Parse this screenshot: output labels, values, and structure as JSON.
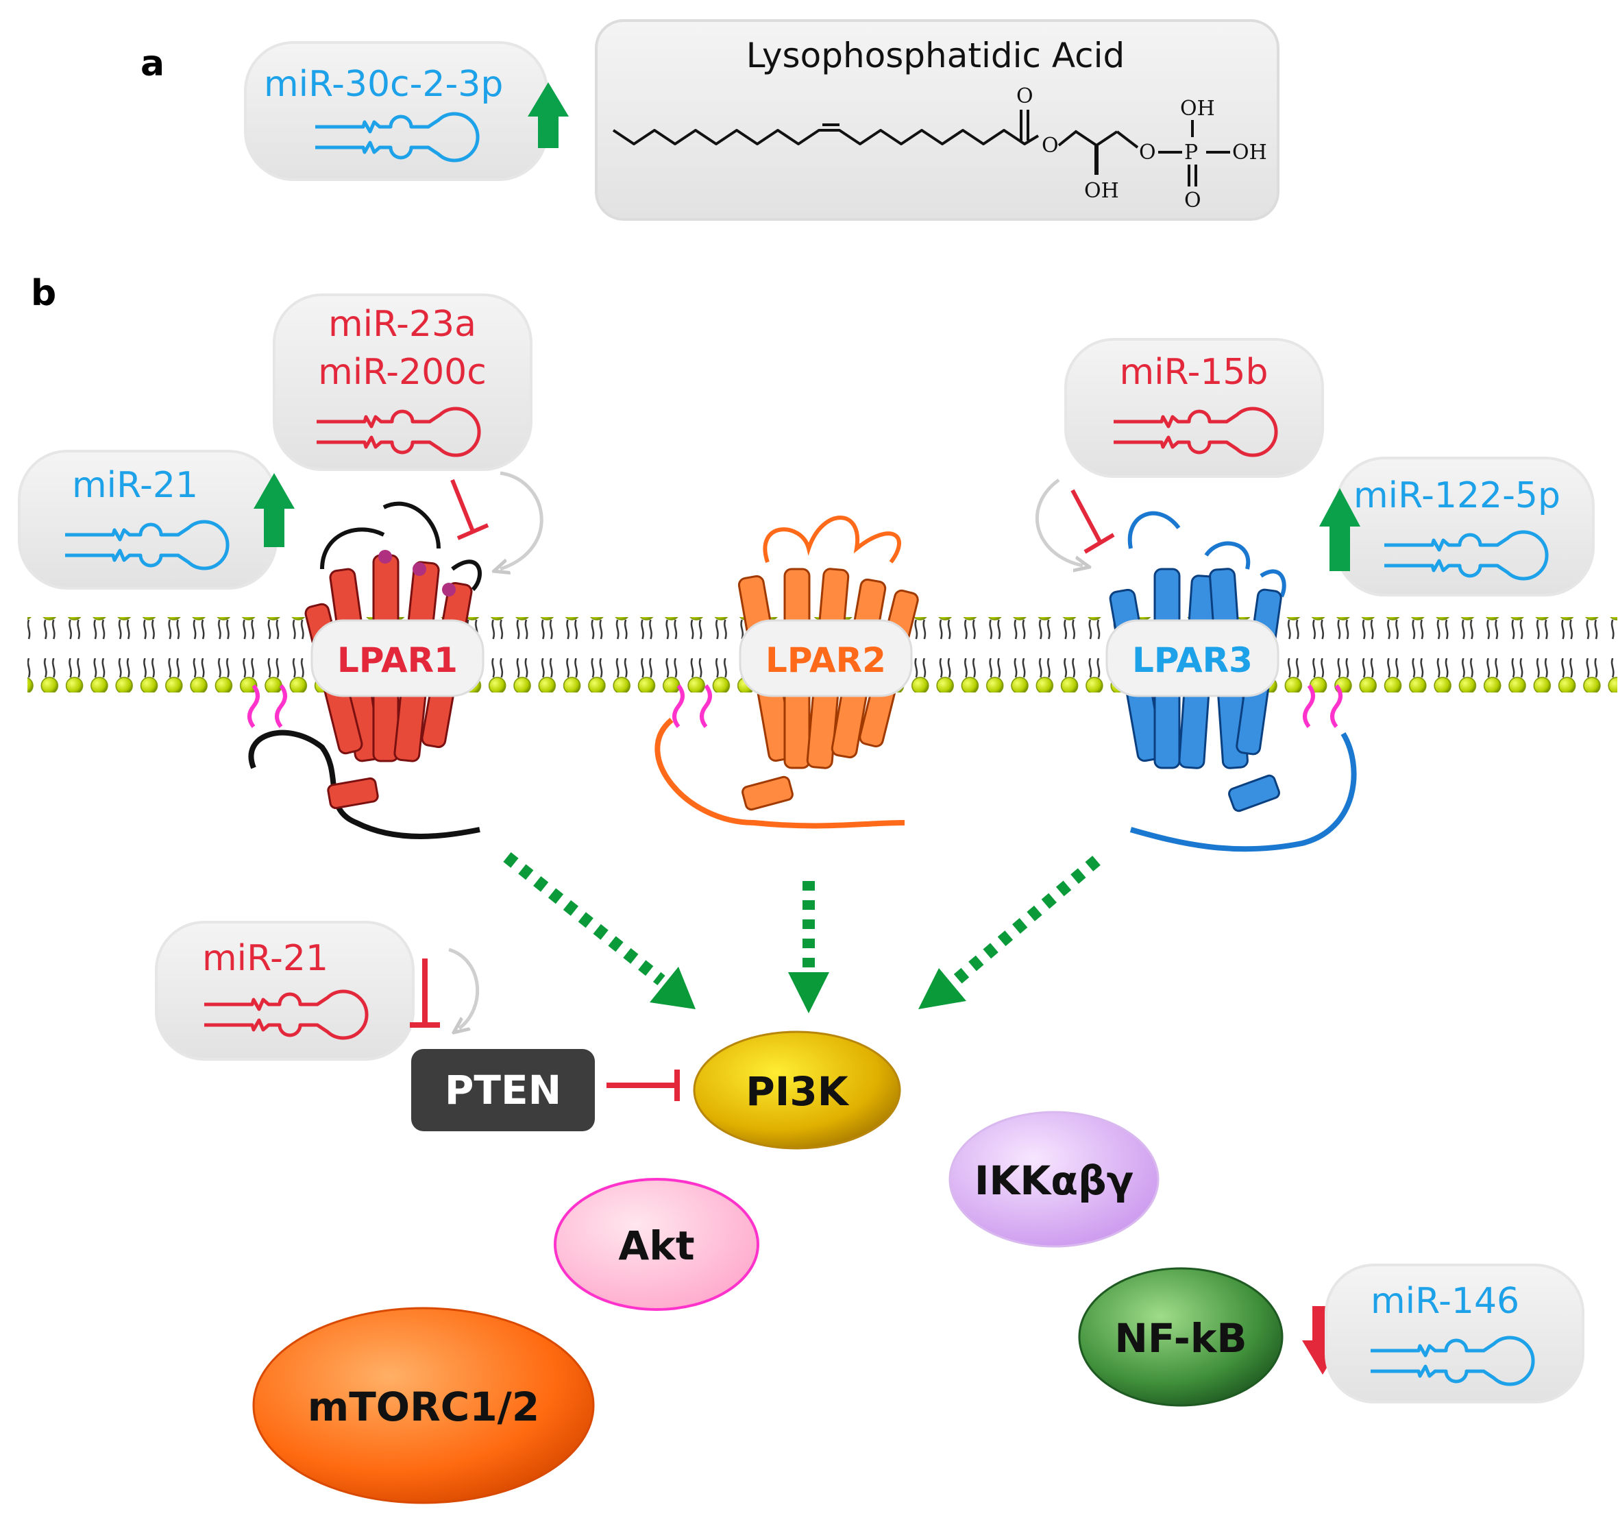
{
  "panels": {
    "a": "a",
    "b": "b"
  },
  "colors": {
    "blue": "#1da1e8",
    "red": "#e3283c",
    "orange": "#ff6a1a",
    "green": "#0aa14a",
    "pink_loop": "#ff33cc"
  },
  "panel_a": {
    "mirna": "miR-30c-2-3p",
    "molecule_title": "Lysophosphatidic Acid",
    "atoms": {
      "o_carbonyl": "O",
      "o_ester": "O",
      "oh_sec": "OH",
      "o_phos": "O",
      "p": "P",
      "oh_top": "OH",
      "oh_right": "OH",
      "o_bottom": "O"
    }
  },
  "mirnas": {
    "mir21_top": "miR-21",
    "mir23a": "miR-23a",
    "mir200c": "miR-200c",
    "mir15b": "miR-15b",
    "mir122": "miR-122-5p",
    "mir21_pten": "miR-21",
    "mir146": "miR-146"
  },
  "receptors": {
    "lpar1": "LPAR1",
    "lpar2": "LPAR2",
    "lpar3": "LPAR3"
  },
  "nodes": {
    "pten": "PTEN",
    "pi3k": "PI3K",
    "ikk": "IKKαβγ",
    "akt": "Akt",
    "nfkb": "NF-kB",
    "mtorc": "mTORC1/2"
  }
}
